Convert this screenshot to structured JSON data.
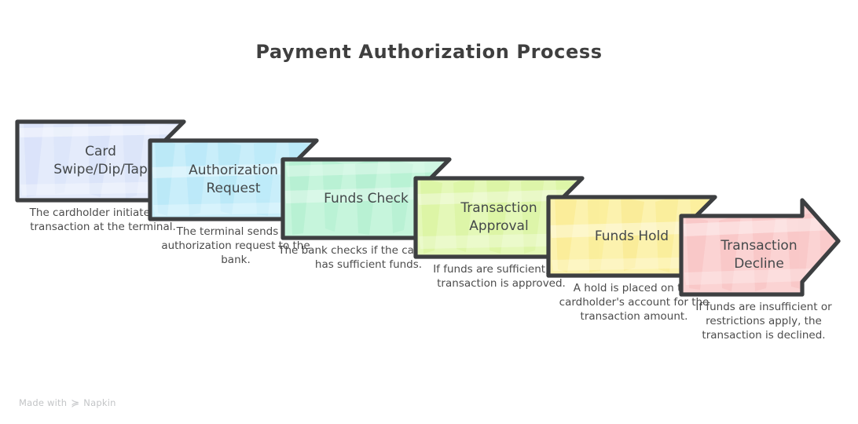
{
  "diagram": {
    "title": "Payment Authorization Process",
    "type": "process-flow-chevron",
    "stroke_color": "#3d3f41",
    "background": "#ffffff",
    "steps": [
      {
        "index": 1,
        "label": "Card\nSwipe/Dip/Tap",
        "caption": "The cardholder initiates the transaction at the terminal.",
        "fill": "#e4ebfb",
        "texture": "#cfdbf7",
        "shape": "chevron"
      },
      {
        "index": 2,
        "label": "Authorization\nRequest",
        "caption": "The terminal sends an authorization request to the bank.",
        "fill": "#c9eefa",
        "texture": "#a9e3f6",
        "shape": "chevron"
      },
      {
        "index": 3,
        "label": "Funds Check",
        "caption": "The bank checks if the cardholder has sufficient funds.",
        "fill": "#c6f5dc",
        "texture": "#a5ebc8",
        "shape": "chevron"
      },
      {
        "index": 4,
        "label": "Transaction\nApproval",
        "caption": "If funds are sufficient, the transaction is approved.",
        "fill": "#e4f8b8",
        "texture": "#d3f18f",
        "shape": "chevron"
      },
      {
        "index": 5,
        "label": "Funds Hold",
        "caption": "A hold is placed on the cardholder's account for the transaction amount.",
        "fill": "#fcf2ae",
        "texture": "#f9e880",
        "shape": "chevron"
      },
      {
        "index": 6,
        "label": "Transaction\nDecline",
        "caption": "If funds are insufficient or restrictions apply, the transaction is declined.",
        "fill": "#fbd3d3",
        "texture": "#f7b9b9",
        "shape": "arrow"
      }
    ]
  },
  "watermark": {
    "prefix": "Made with",
    "mark": "≽",
    "brand": "Napkin"
  }
}
